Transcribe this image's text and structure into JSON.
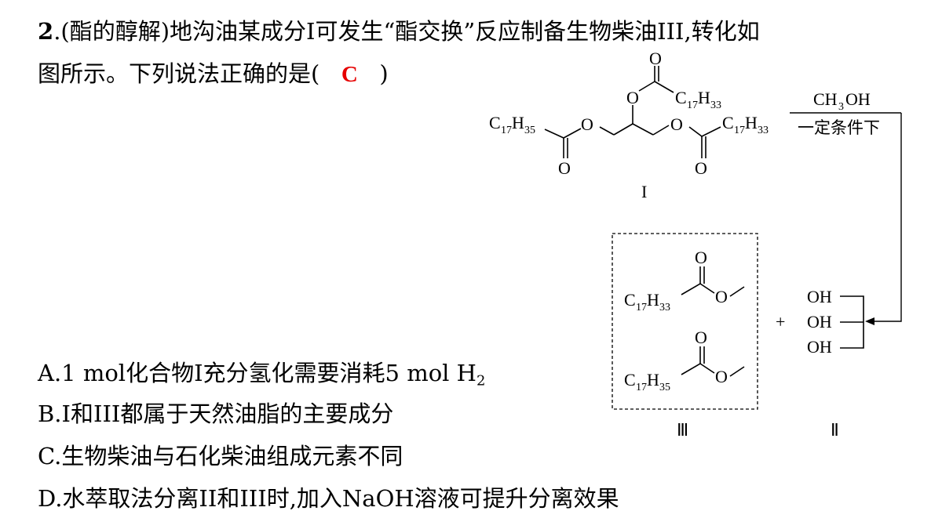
{
  "question": {
    "number": "2",
    "line1_rest": ".(酯的醇解)地沟油某成分I可发生“酯交换”反应制备生物柴油III,转化如",
    "line2_prefix": "图所示。下列说法正确的是(",
    "answer": "C",
    "line2_suffix": ")"
  },
  "options": {
    "a_main": "A.1 mol化合物I充分氢化需要消耗5 mol H",
    "a_sub": "2",
    "b": "B.I和III都属于天然油脂的主要成分",
    "c": "C.生物柴油与石化柴油组成元素不同",
    "d": "D.水萃取法分离II和III时,加入NaOH溶液可提升分离效果"
  },
  "scheme": {
    "compound_I_label": "I",
    "compound_II_label": "Ⅱ",
    "compound_III_label": "Ⅲ",
    "reagent_main": "CH",
    "reagent_sub": "3",
    "reagent_tail": "OH",
    "condition": "一定条件下",
    "plus": "+",
    "O": "O",
    "C": "C",
    "sub17": "17",
    "H": "H",
    "sub33": "33",
    "sub35": "35",
    "OH": "OH"
  }
}
